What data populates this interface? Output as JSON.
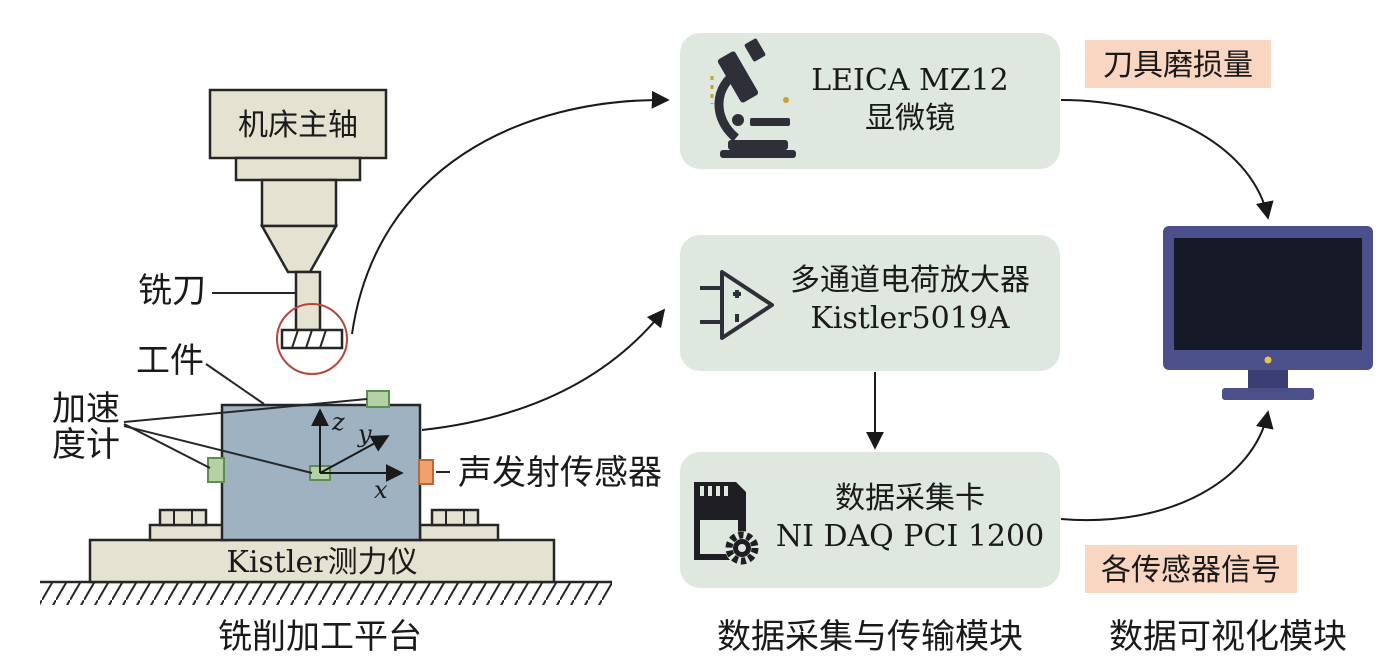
{
  "platform": {
    "spindle_label": "机床主轴",
    "cutter_label": "铣刀",
    "workpiece_label": "工件",
    "accelerometer_label_line1": "加速",
    "accelerometer_label_line2": "度计",
    "acoustic_sensor_label": "声发射传感器",
    "dynamometer_label": "Kistler测力仪",
    "axes": {
      "x": "x",
      "y": "y",
      "z": "z"
    },
    "caption": "铣削加工平台"
  },
  "acquisition": {
    "microscope": {
      "line1": "LEICA MZ12",
      "line2": "显微镜",
      "icon": "microscope-icon"
    },
    "amplifier": {
      "line1": "多通道电荷放大器",
      "line2": "Kistler5019A",
      "icon": "amplifier-icon"
    },
    "daq": {
      "line1": "数据采集卡",
      "line2": "NI DAQ PCI 1200",
      "icon": "sd-card-gear-icon"
    },
    "caption": "数据采集与传输模块"
  },
  "badges": {
    "tool_wear": "刀具磨损量",
    "sensor_signals": "各传感器信号"
  },
  "visualization": {
    "icon": "monitor-icon",
    "caption": "数据可视化模块"
  },
  "colors": {
    "module_box": "#dfe8de",
    "badge": "#f8d6c2",
    "workpiece": "#9fb2c2",
    "accelerometer": "#b5d2a6",
    "acoustic_sensor": "#efa16e",
    "machine_parts": "#e6e2d2",
    "monitor_frame": "#4b4f8a",
    "monitor_screen": "#141827",
    "cutter_circle": "#b5473a"
  }
}
